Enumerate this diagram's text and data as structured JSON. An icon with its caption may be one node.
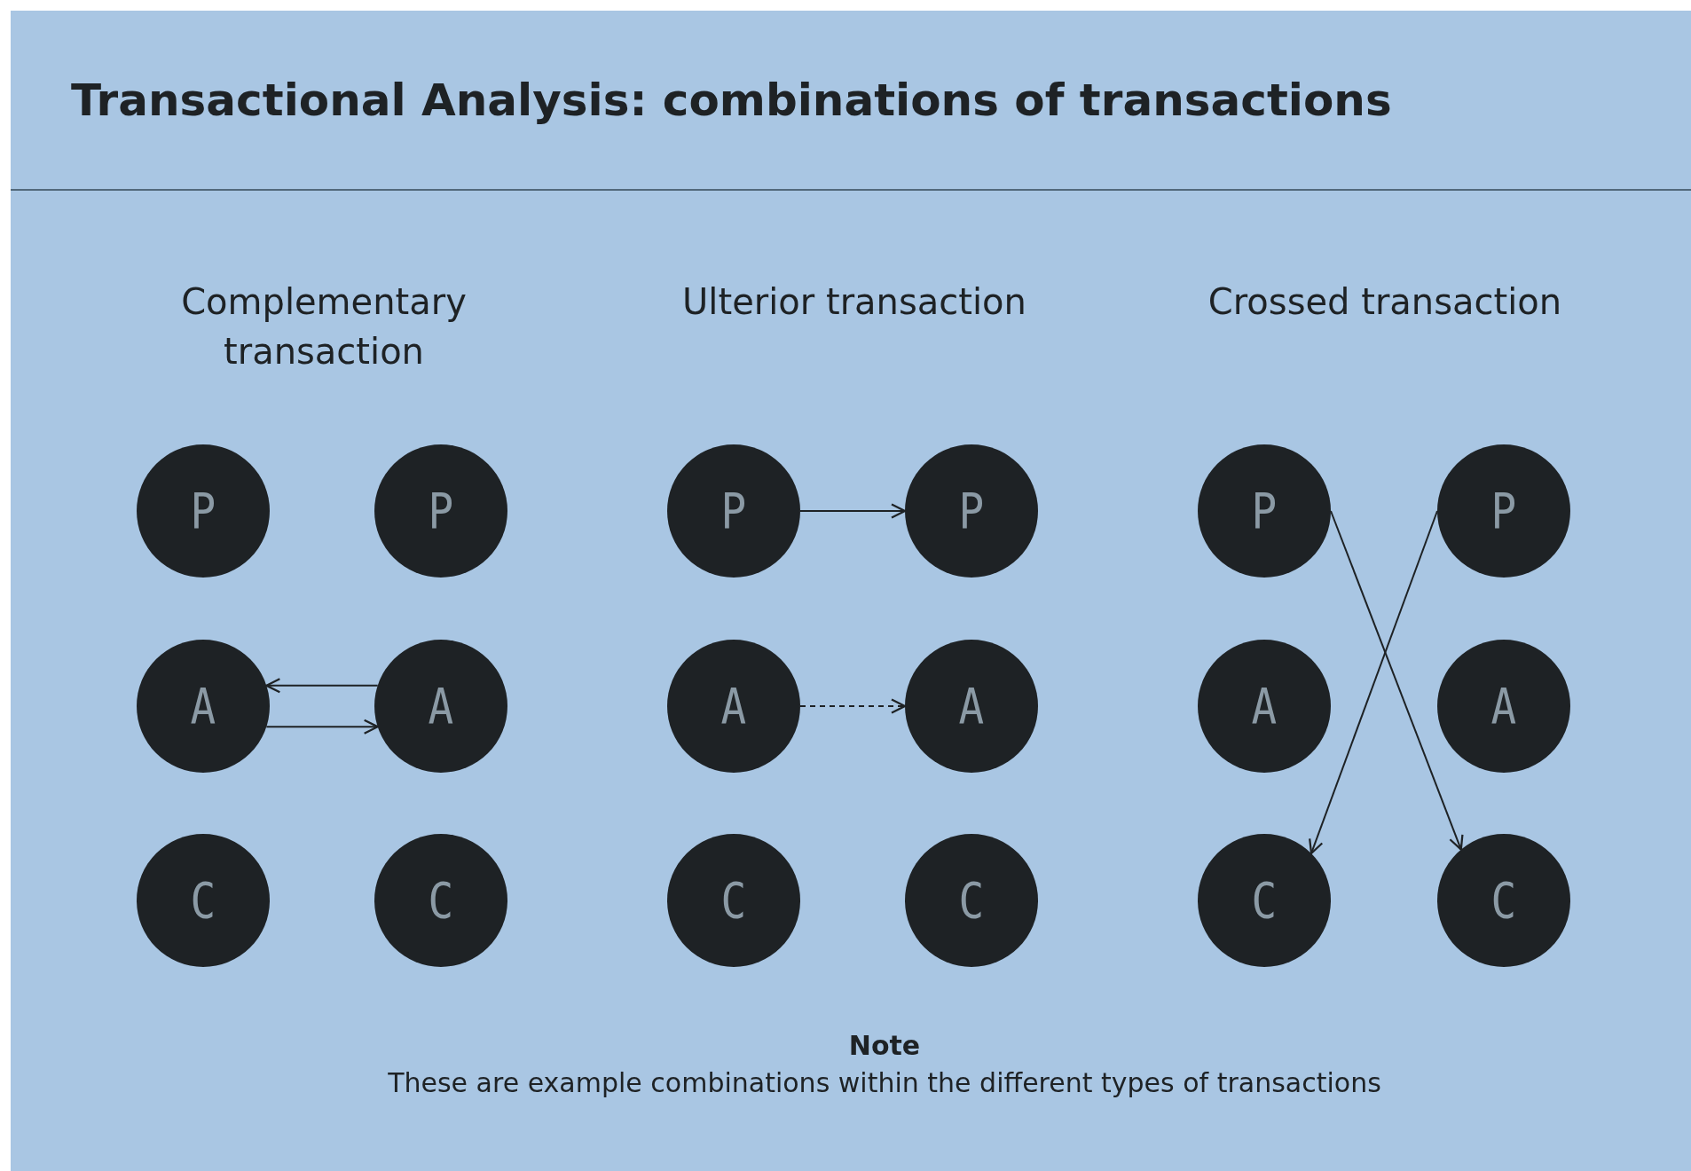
{
  "diagram": {
    "title": "Transactional Analysis: combinations of transactions",
    "nodes": [
      {
        "text": [
          "P"
        ]
      },
      {
        "text": [
          "P"
        ]
      },
      {
        "text": [
          "A"
        ]
      },
      {
        "text": [
          "A"
        ]
      },
      {
        "text": [
          "C"
        ]
      },
      {
        "text": [
          "C"
        ]
      },
      {
        "text": [
          "P"
        ]
      },
      {
        "text": [
          "P"
        ]
      },
      {
        "text": [
          "A"
        ]
      },
      {
        "text": [
          "A"
        ]
      },
      {
        "text": [
          "C"
        ]
      },
      {
        "text": [
          "C"
        ]
      },
      {
        "text": [
          "P"
        ]
      },
      {
        "text": [
          "P"
        ]
      },
      {
        "text": [
          "A"
        ]
      },
      {
        "text": [
          "A"
        ]
      },
      {
        "text": [
          "C"
        ]
      },
      {
        "text": [
          "C"
        ]
      }
    ],
    "edges": [
      {
        "from": 3,
        "to": 2,
        "arrow": "to"
      },
      {
        "from": 2,
        "to": 3,
        "arrow": "to"
      },
      {
        "from": 6,
        "to": 7,
        "arrow": "to"
      },
      {
        "from": 8,
        "to": 9,
        "arrow": "to",
        "style": "dashed"
      },
      {
        "from": 12,
        "to": 17,
        "arrow": "to"
      },
      {
        "from": 13,
        "to": 16,
        "arrow": "to"
      }
    ],
    "labels": [
      "Complementary transaction",
      "Ulterior transaction",
      "Crossed transaction",
      "Note",
      "These are example combinations within the different types of transactions"
    ]
  }
}
